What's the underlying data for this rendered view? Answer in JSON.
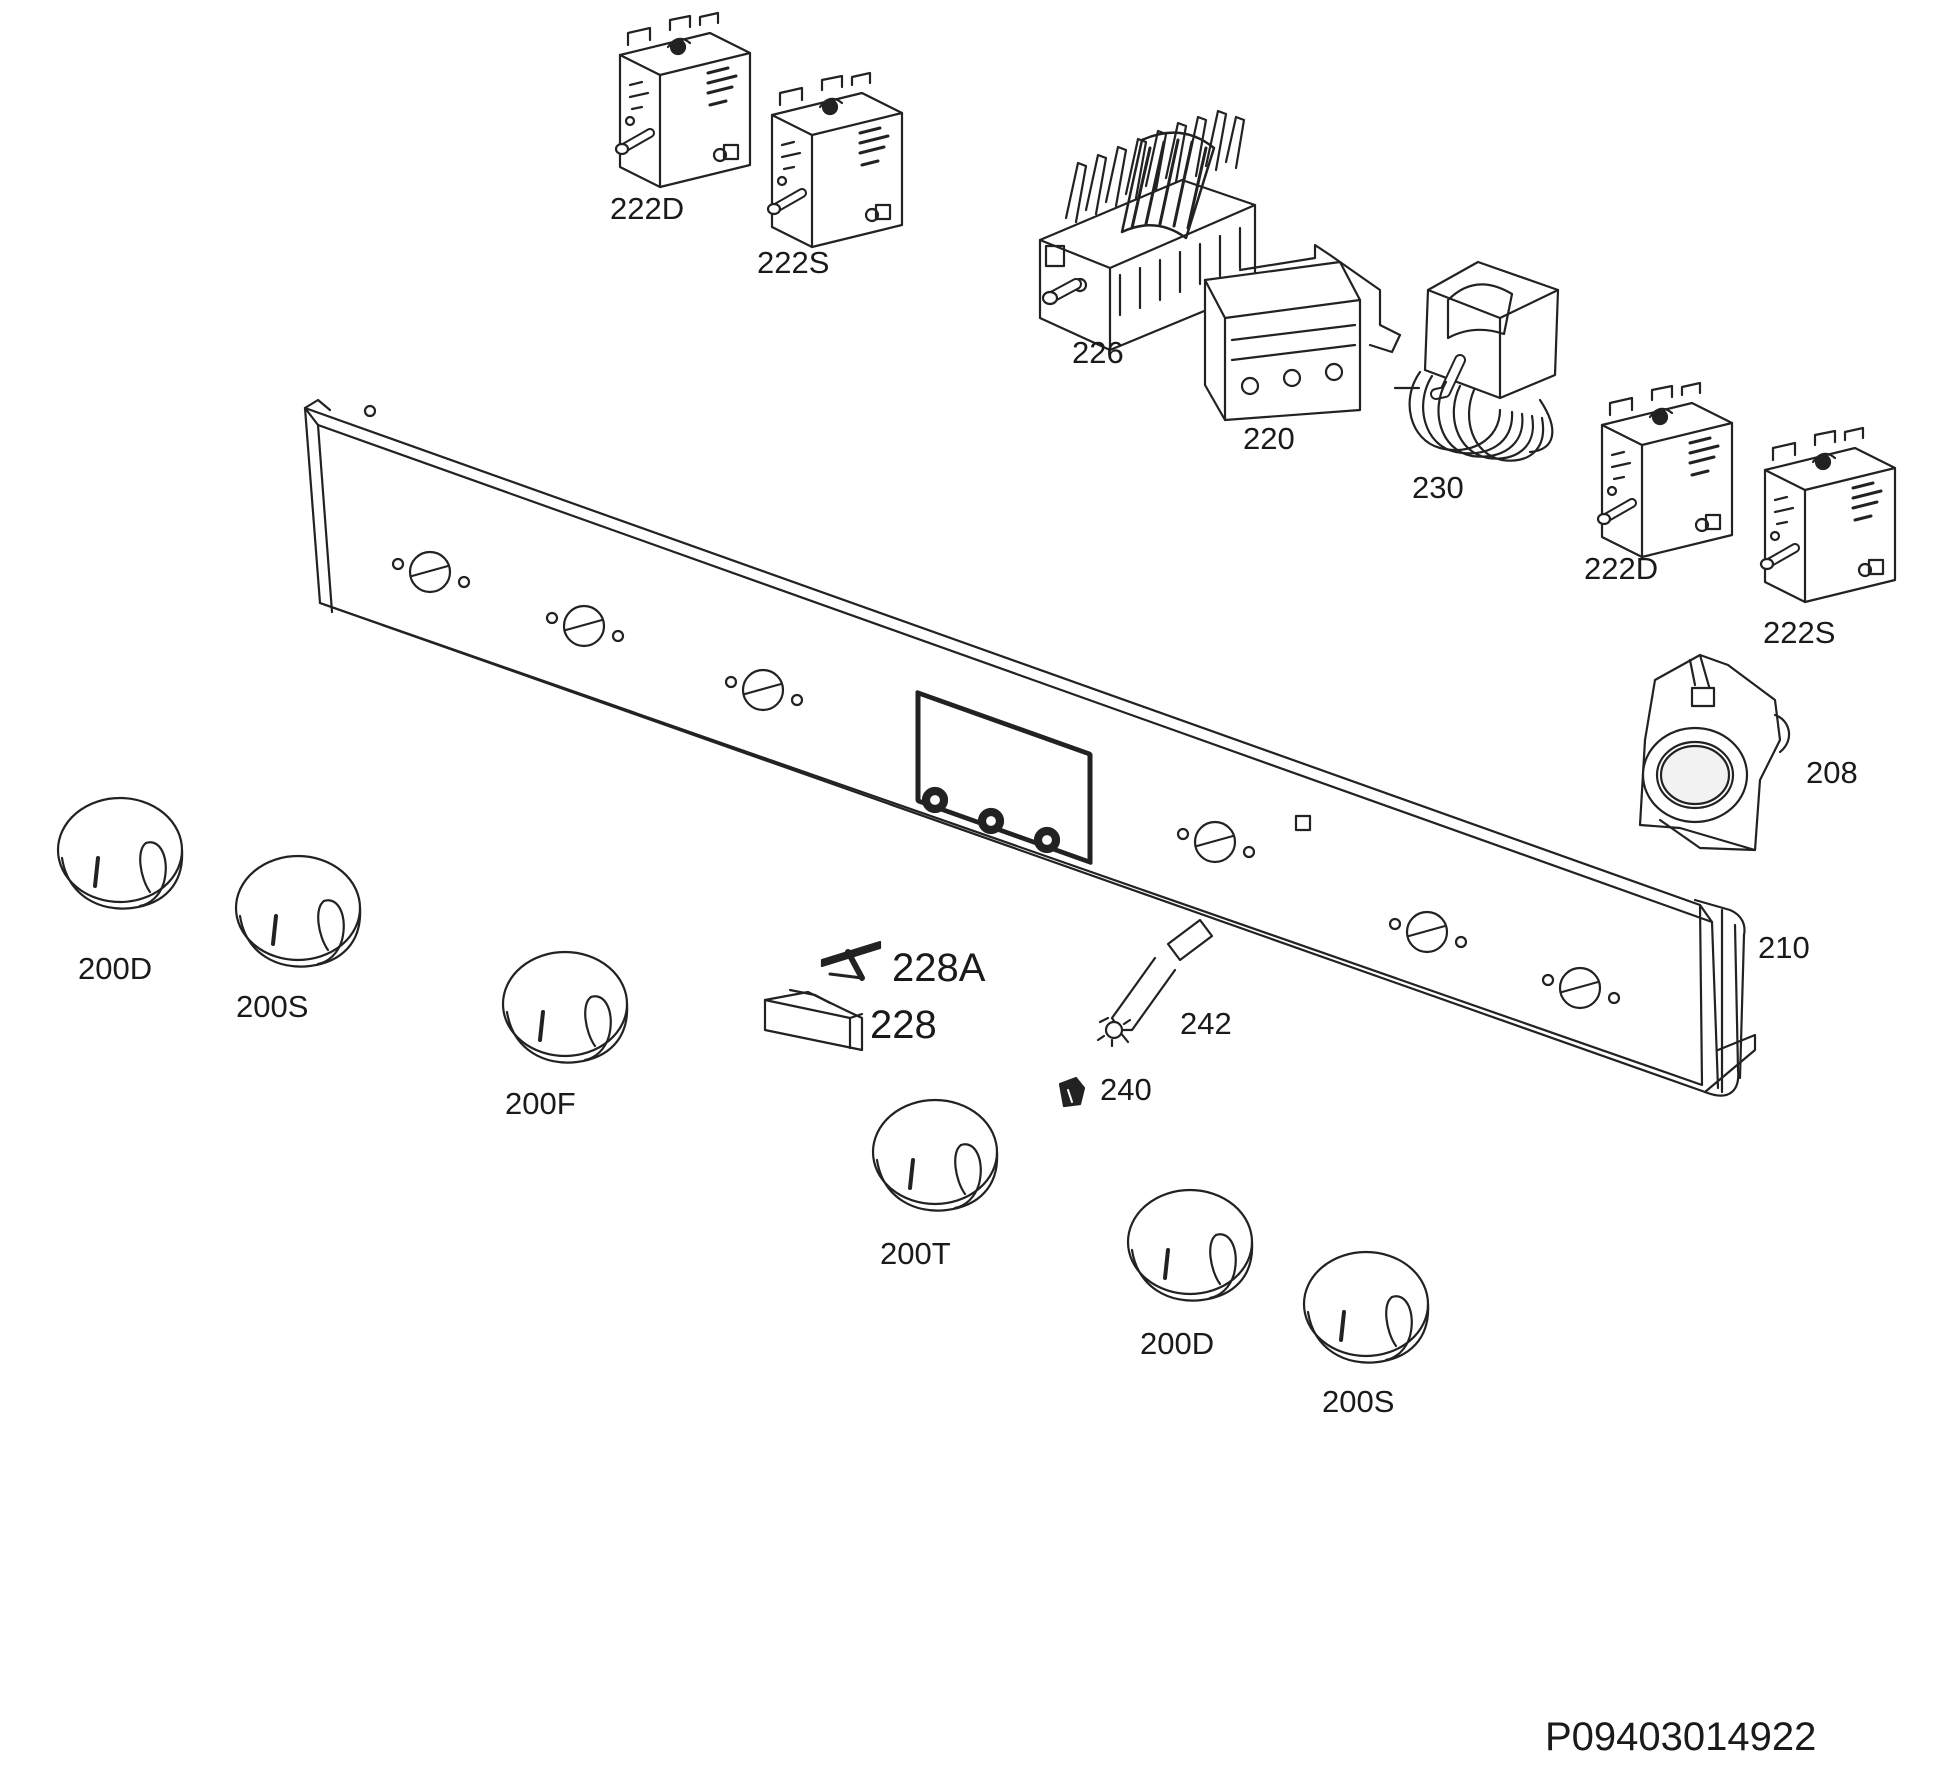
{
  "diagram": {
    "code": "P09403014922",
    "parts": {
      "p222D_top": "222D",
      "p222S_top": "222S",
      "p226": "226",
      "p220": "220",
      "p230": "230",
      "p222D_right": "222D",
      "p222S_right": "222S",
      "p208": "208",
      "p210": "210",
      "p228A": "228A",
      "p228": "228",
      "p242": "242",
      "p240": "240",
      "p200D_left": "200D",
      "p200S_left": "200S",
      "p200F": "200F",
      "p200T": "200T",
      "p200D_bottom": "200D",
      "p200S_bottom": "200S"
    }
  }
}
